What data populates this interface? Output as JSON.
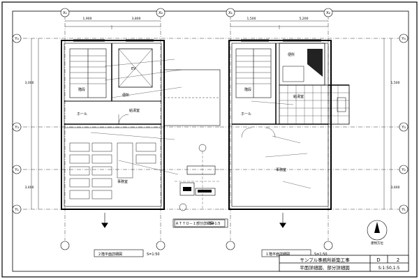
{
  "drawing": {
    "axes_top_left": [
      "X₁",
      "X₂"
    ],
    "axes_top_right": [
      "X₁",
      "X₂"
    ],
    "axes_side_left": [
      "Y₁",
      "Y₂",
      "Y₃",
      "Y₄"
    ],
    "axes_side_right": [
      "Y₁",
      "Y₂",
      "Y₃",
      "Y₄"
    ],
    "dims": [
      "1,900",
      "3,800",
      "1,500",
      "5,200",
      "3,000",
      "3,400",
      "1,500",
      "3,600"
    ],
    "left_plan": {
      "room_labels": [
        "階段",
        "EV",
        "ホール",
        "事務室",
        "給湯室",
        "便所"
      ],
      "title": "２階平面詳細図",
      "scale": "S=1:50"
    },
    "right_plan": {
      "room_labels": [
        "階段",
        "便所",
        "給湯室",
        "事務室",
        "ホール"
      ],
      "title": "１階平面詳細図",
      "scale": "S=1:50"
    },
    "detail": {
      "title": "ＡＴＴＯ－１部分詳細図",
      "scale": "S=1:5"
    },
    "north_label": "建物方位"
  },
  "title_block": {
    "project": "サンプル事務所新築工事",
    "drawing_name": "平面詳細図、部分詳細図",
    "sheet_code": "D",
    "sheet_no": "2",
    "scale": "S:1:50,1:5"
  }
}
